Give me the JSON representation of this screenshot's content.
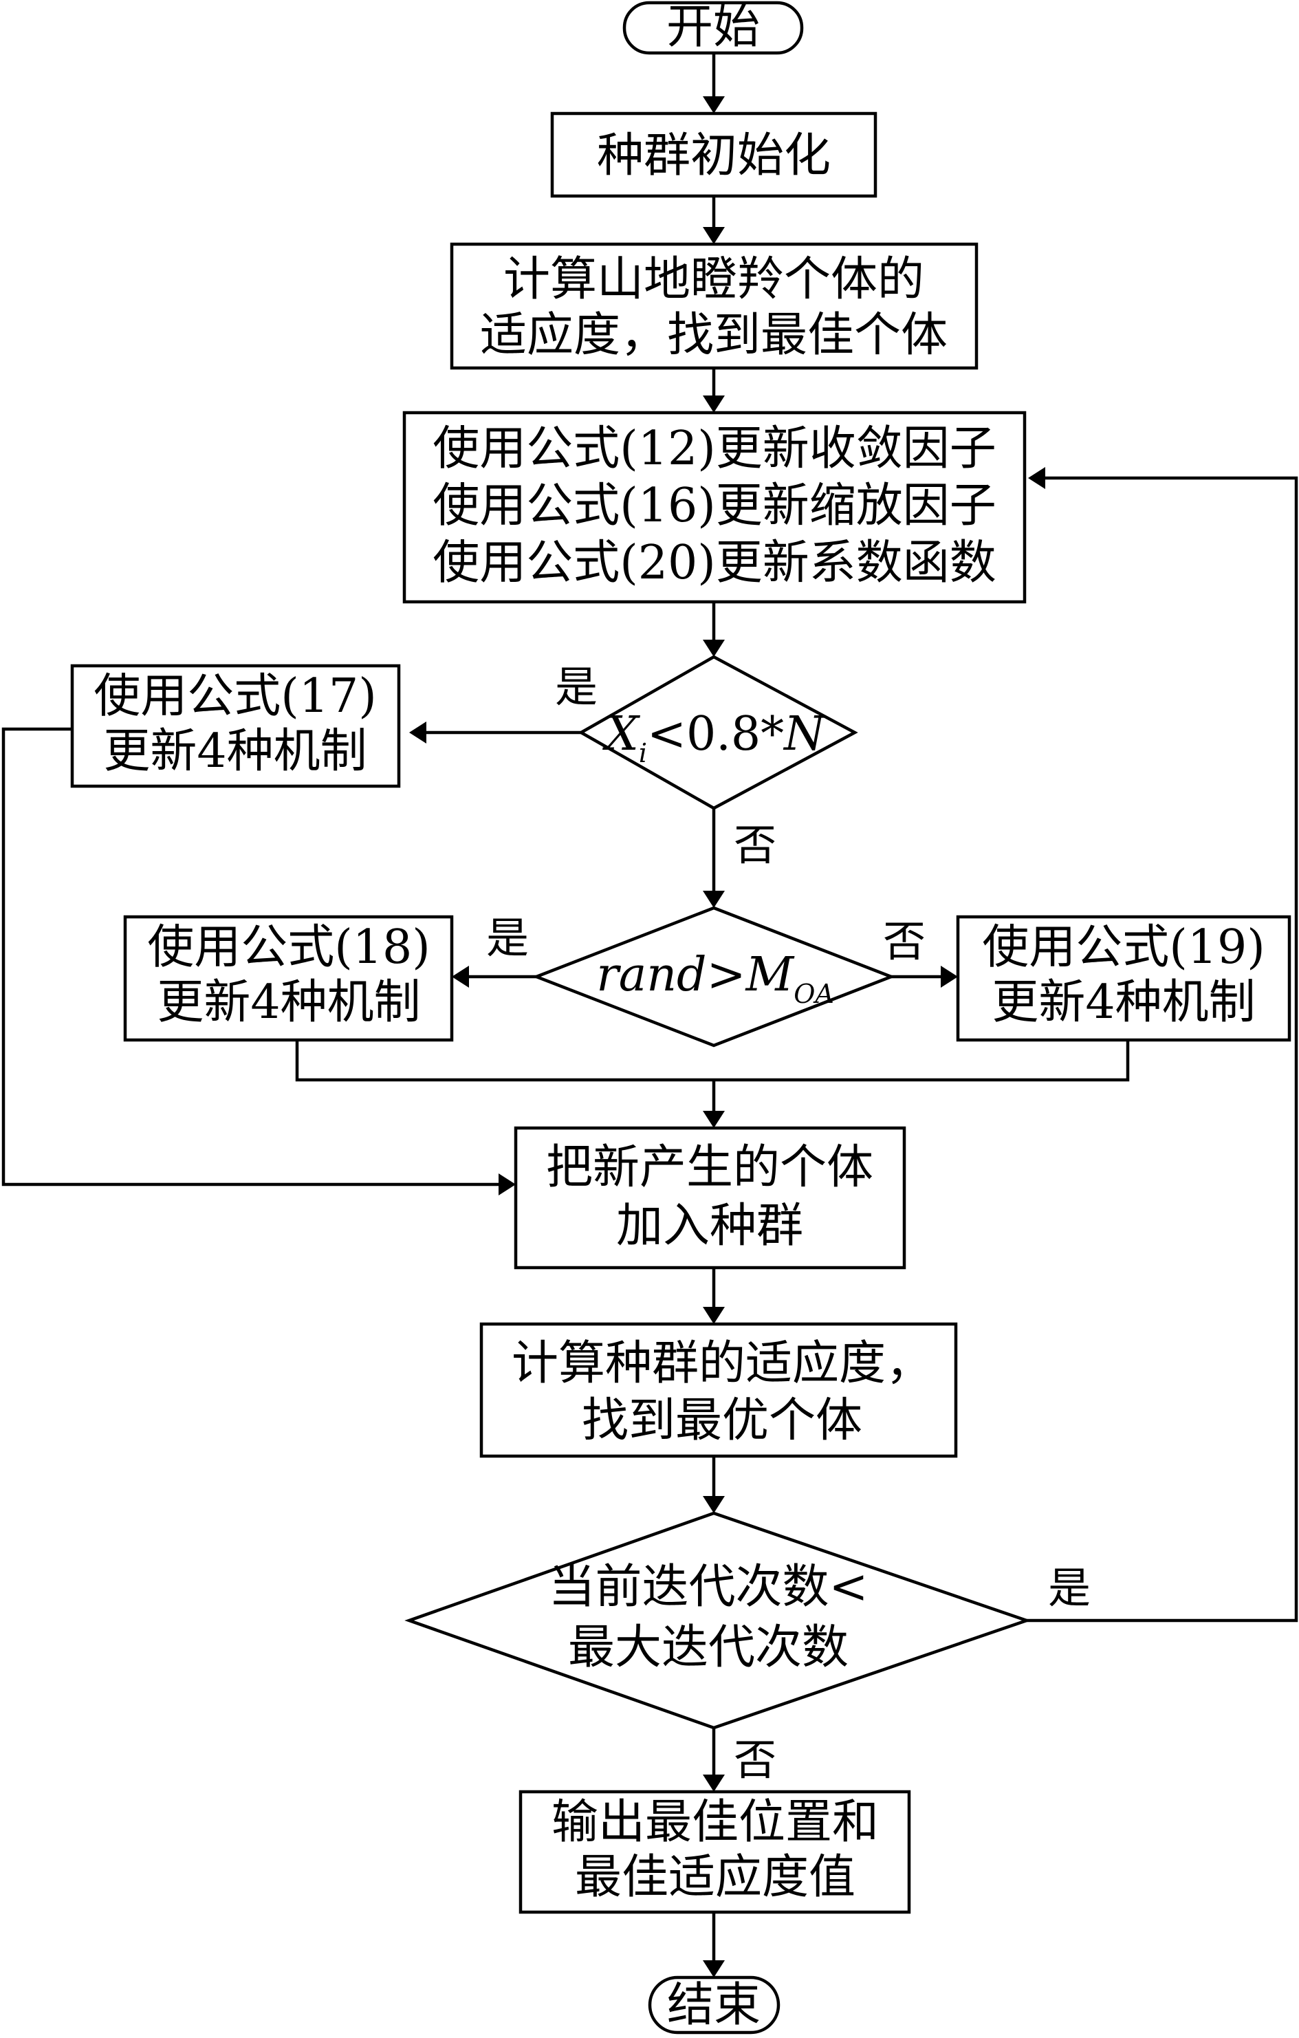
{
  "flowchart": {
    "start": "开始",
    "init": "种群初始化",
    "fitness1": [
      "计算山地瞪羚个体的",
      "适应度，找到最佳个体"
    ],
    "update": [
      "使用公式(12)更新收敛因子",
      "使用公式(16)更新缩放因子",
      "使用公式(20)更新系数函数"
    ],
    "d1": {
      "var": "X",
      "sub": "i",
      "mid": "<0.8*",
      "var2": "N"
    },
    "box17": [
      "使用公式(17)",
      "更新4种机制"
    ],
    "d2": {
      "pre": "rand>M",
      "sub": "OA"
    },
    "box18": [
      "使用公式(18)",
      "更新4种机制"
    ],
    "box19": [
      "使用公式(19)",
      "更新4种机制"
    ],
    "addpop": [
      "把新产生的个体",
      "加入种群"
    ],
    "fitness2": [
      "计算种群的适应度，",
      "找到最优个体"
    ],
    "d3": [
      "当前迭代次数<",
      "最大迭代次数"
    ],
    "output": [
      "输出最佳位置和",
      "最佳适应度值"
    ],
    "end": "结束",
    "labels": {
      "yes": "是",
      "no": "否"
    }
  }
}
